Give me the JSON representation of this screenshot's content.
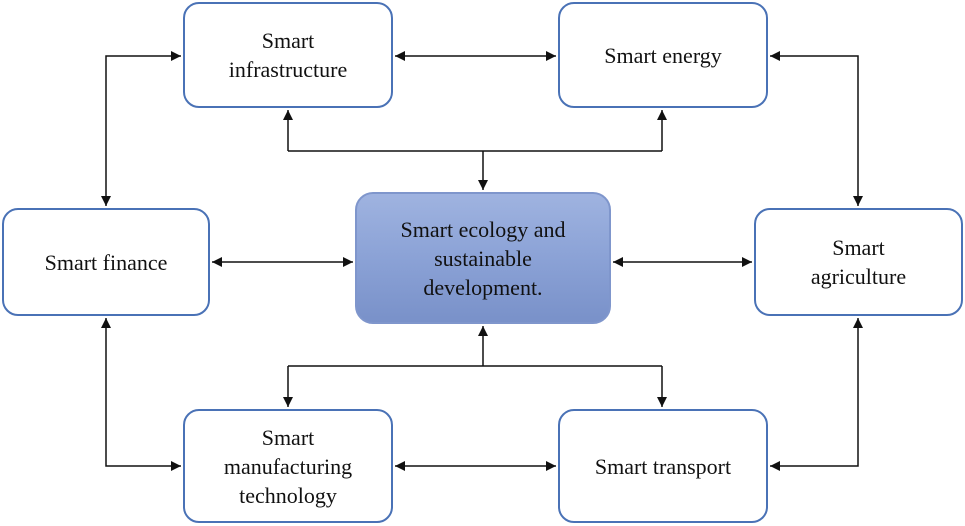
{
  "colors": {
    "node_border": "#4a72b6",
    "center_fill": "#8ba2d6",
    "arrow": "#111111"
  },
  "nodes": {
    "infrastructure": "Smart\ninfrastructure",
    "energy": "Smart energy",
    "finance": "Smart finance",
    "center": "Smart ecology and\nsustainable\ndevelopment.",
    "agriculture": "Smart\nagriculture",
    "manufacturing": "Smart\nmanufacturing\ntechnology",
    "transport": "Smart transport"
  }
}
